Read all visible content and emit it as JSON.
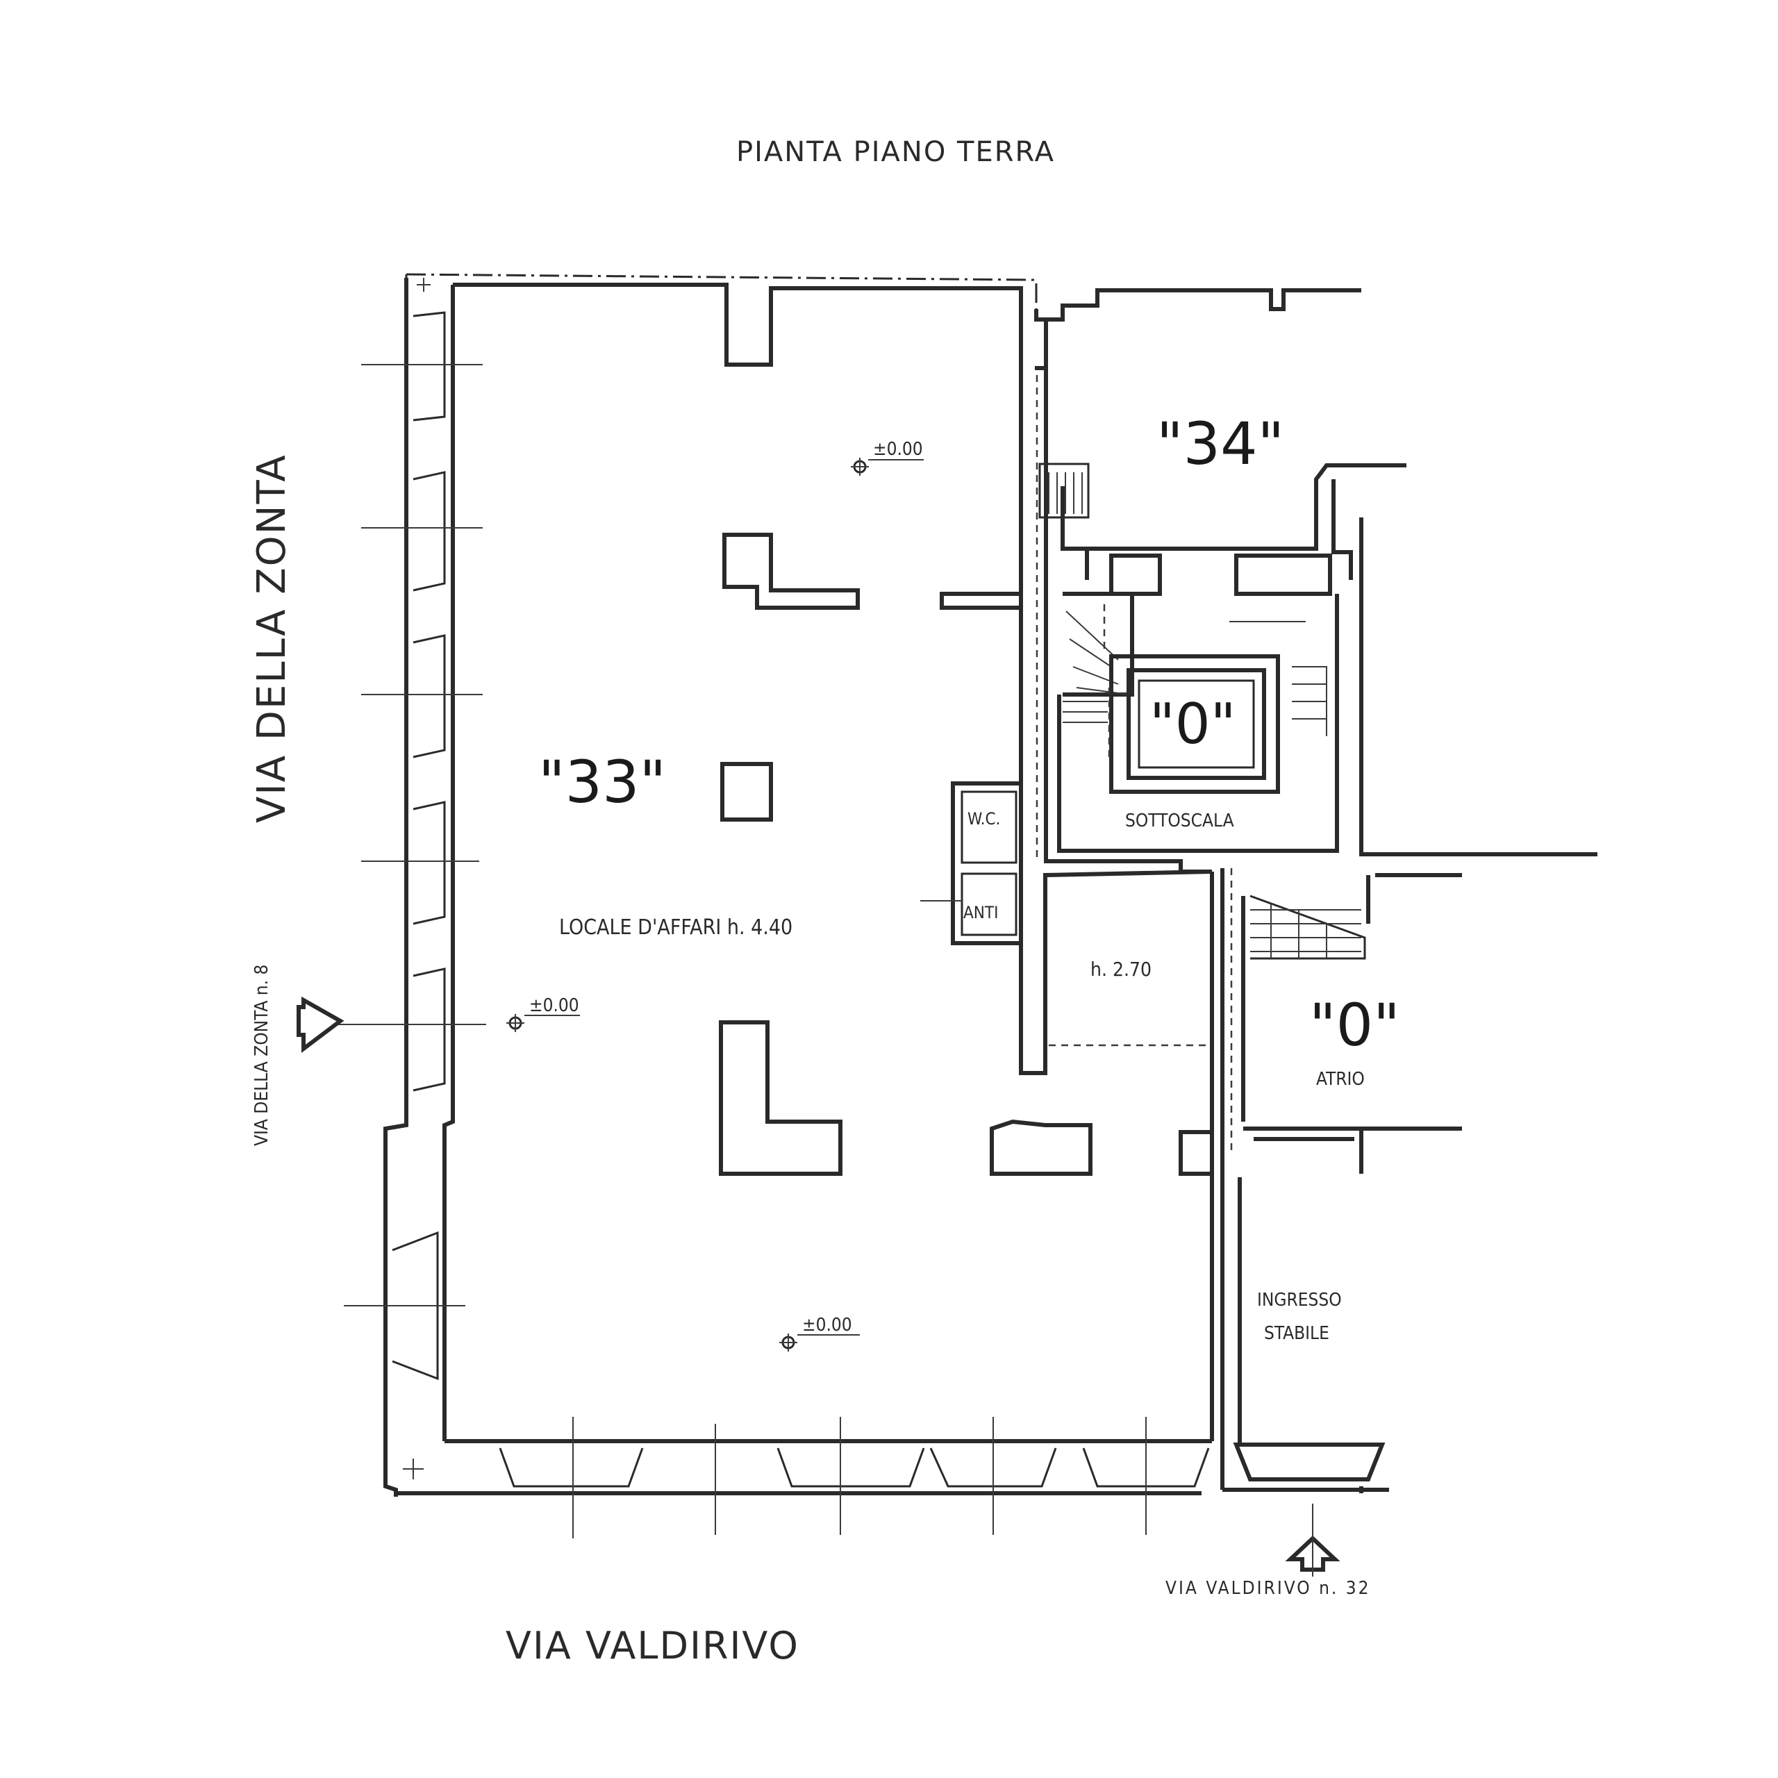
{
  "title": "PIANTA PIANO TERRA",
  "streets": {
    "left": "VIA DELLA ZONTA",
    "bottom": "VIA VALDIRIVO",
    "left_entrance": "VIA DELLA ZONTA n. 8",
    "bottom_entrance": "VIA VALDIRIVO n. 32"
  },
  "units": {
    "main": "\"33\"",
    "upper_right": "\"34\"",
    "stair_core": "\"0\"",
    "atrium": "\"0\""
  },
  "rooms": {
    "main": "LOCALE D'AFFARI h. 4.40",
    "wc": "W.C.",
    "anti": "ANTI",
    "storage_height": "h. 2.70",
    "under_stairs": "SOTTOSCALA",
    "atrium": "ATRIO",
    "entrance_line1": "INGRESSO",
    "entrance_line2": "STABILE"
  },
  "levels": {
    "level_1": "±0.00",
    "level_2": "±0.00",
    "level_3": "±0.00"
  }
}
